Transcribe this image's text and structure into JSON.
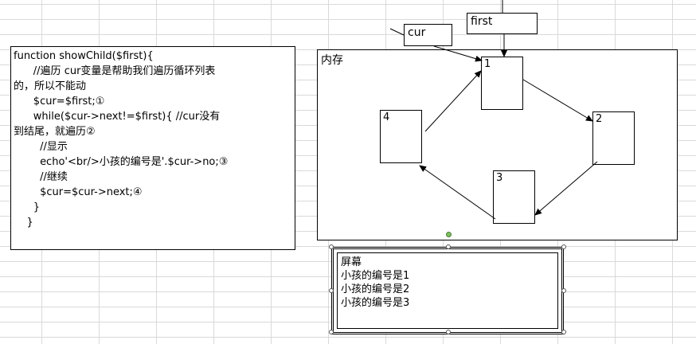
{
  "code": {
    "lines": [
      "function showChild($first){",
      "      //遍历 cur变量是帮助我们遍历循环列表",
      "的，所以不能动",
      "      $cur=$first;①",
      "      while($cur->next!=$first){ //cur没有",
      "到结尾，就遍历②",
      "        //显示",
      "        echo'<br/>小孩的编号是'.$cur->no;③",
      "        //继续",
      "        $cur=$cur->next;④",
      "      }",
      "    }"
    ]
  },
  "memory": {
    "label": "内存",
    "nodes": [
      "1",
      "2",
      "3",
      "4"
    ]
  },
  "pointers": {
    "cur": "cur",
    "first": "first"
  },
  "screen": {
    "title": "屏幕",
    "lines": [
      "小孩的编号是1",
      "小孩的编号是2",
      "小孩的编号是3"
    ]
  }
}
